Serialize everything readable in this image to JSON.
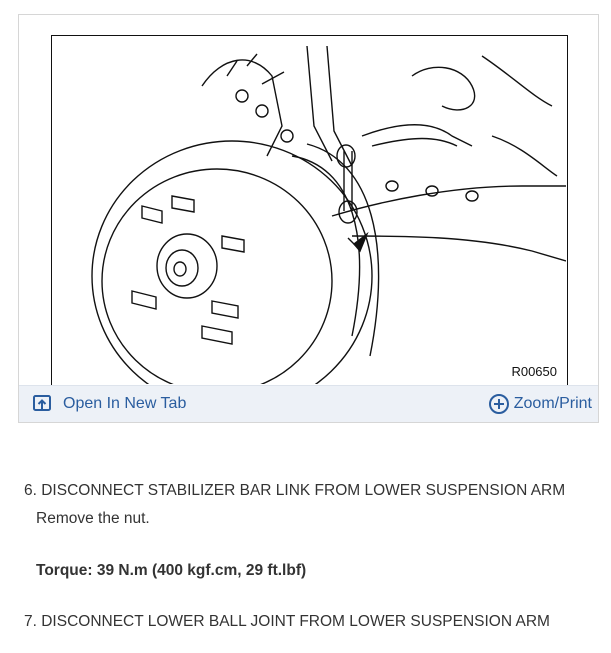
{
  "figure": {
    "code": "R00650",
    "open_tab_label": "Open In New Tab",
    "zoom_print_label": "Zoom/Print"
  },
  "colors": {
    "link": "#2a5d9f",
    "toolbar_bg": "#edf1f7",
    "text": "#333333"
  },
  "steps": [
    {
      "heading": "6. DISCONNECT STABILIZER BAR LINK FROM LOWER SUSPENSION ARM",
      "detail": "Remove the nut.",
      "torque": "Torque: 39 N.m (400 kgf.cm, 29 ft.lbf)"
    },
    {
      "heading": "7. DISCONNECT LOWER BALL JOINT FROM LOWER SUSPENSION ARM"
    }
  ]
}
